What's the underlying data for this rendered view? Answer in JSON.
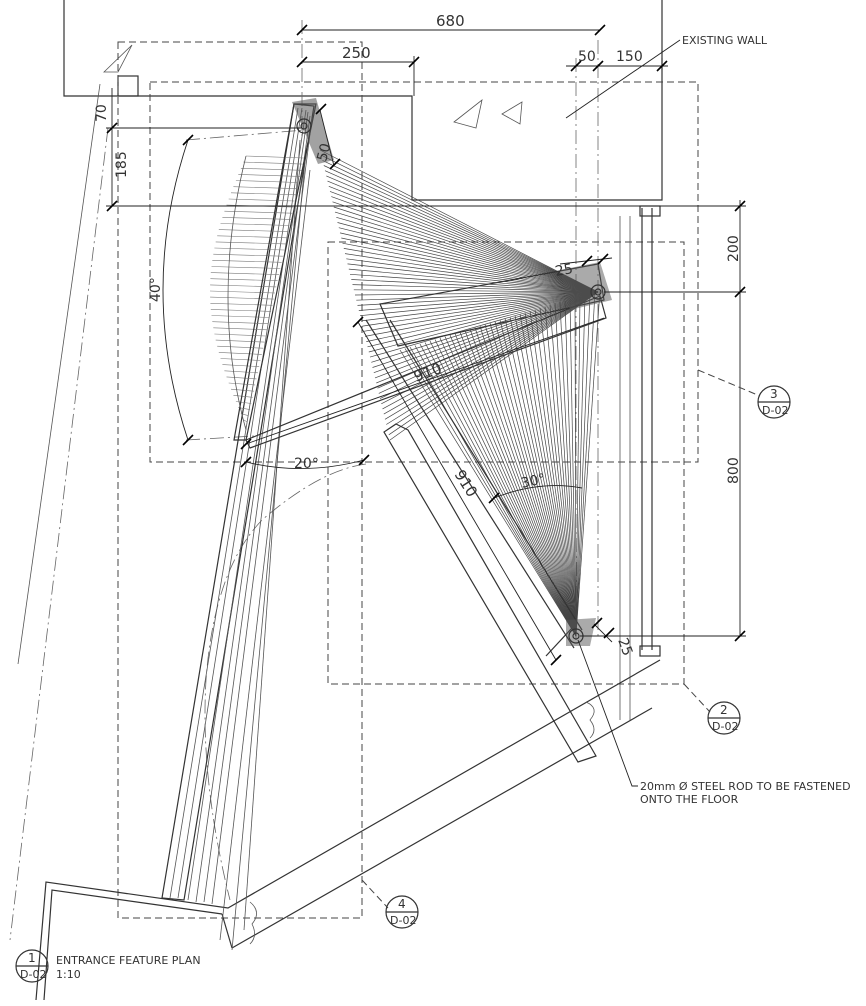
{
  "drawing": {
    "dimensions": {
      "d680": "680",
      "d250": "250",
      "d50_top": "50",
      "d150": "150",
      "d70": "70",
      "d185": "185",
      "d50_pivot": "50",
      "d200": "200",
      "d800": "800",
      "d25_top": "25",
      "d25_bottom": "25",
      "d910_upper": "910",
      "d910_lower": "910"
    },
    "angles": {
      "a40": "40°",
      "a20": "20°",
      "a30": "30°"
    },
    "notes": {
      "existing_wall": "EXISTING WALL",
      "steel_rod_line1": "20mm Ø STEEL ROD TO BE FASTENED",
      "steel_rod_line2": "ONTO THE FLOOR"
    },
    "section_markers": [
      {
        "number": "3",
        "sheet": "D-02"
      },
      {
        "number": "2",
        "sheet": "D-02"
      },
      {
        "number": "4",
        "sheet": "D-02"
      }
    ],
    "title_block": {
      "number": "1",
      "sheet": "D-02",
      "title": "ENTRANCE FEATURE PLAN",
      "scale": "1:10"
    }
  }
}
